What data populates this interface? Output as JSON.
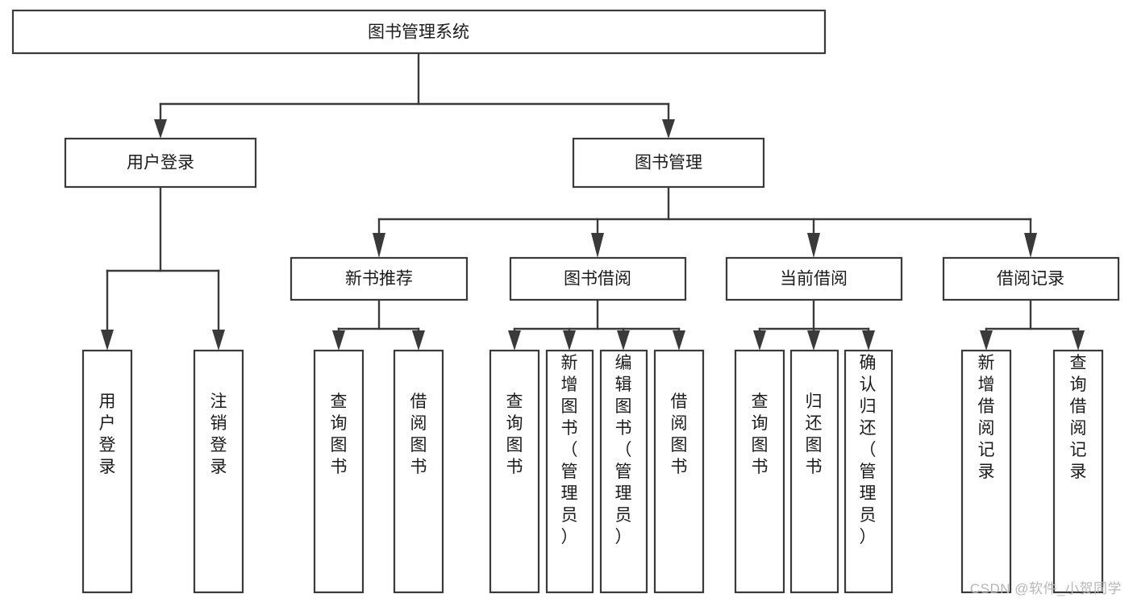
{
  "diagram": {
    "type": "tree-hierarchy-flowchart",
    "title": "图书管理系统",
    "background_color": "#ffffff",
    "box_fill": "#ffffff",
    "box_stroke": "#3a3a3a",
    "text_color": "#1b1b1b",
    "root": {
      "label": "图书管理系统"
    },
    "level1": [
      {
        "label": "用户登录"
      },
      {
        "label": "图书管理"
      }
    ],
    "level2": [
      {
        "label": "新书推荐"
      },
      {
        "label": "图书借阅"
      },
      {
        "label": "当前借阅"
      },
      {
        "label": "借阅记录"
      }
    ],
    "leaves": {
      "user_login": [
        {
          "label": "用户登录"
        },
        {
          "label": "注销登录"
        }
      ],
      "new_book_recommend": [
        {
          "label": "查询图书"
        },
        {
          "label": "借阅图书"
        }
      ],
      "book_borrow": [
        {
          "label": "查询图书"
        },
        {
          "label": "新增图书（管理员）"
        },
        {
          "label": "编辑图书（管理员）"
        },
        {
          "label": "借阅图书"
        }
      ],
      "current_borrow": [
        {
          "label": "查询图书"
        },
        {
          "label": "归还图书"
        },
        {
          "label": "确认归还（管理员）"
        }
      ],
      "borrow_record": [
        {
          "label": "新增借阅记录"
        },
        {
          "label": "查询借阅记录"
        }
      ]
    }
  },
  "watermark": {
    "text": "CSDN @软件_小贺同学",
    "color": "#b6b6b6"
  }
}
